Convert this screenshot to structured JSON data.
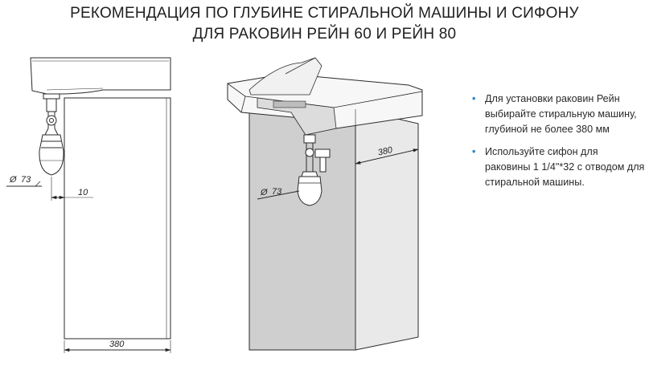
{
  "title": {
    "line1": "РЕКОМЕНДАЦИЯ ПО ГЛУБИНЕ СТИРАЛЬНОЙ МАШИНЫ  И СИФОНУ",
    "line2": "ДЛЯ  РАКОВИН РЕЙН 60 И РЕЙН 80"
  },
  "side_view": {
    "siphon_diameter": "73",
    "gap": "10",
    "depth": "380"
  },
  "iso_view": {
    "depth": "380",
    "siphon_diameter": "73"
  },
  "notes": [
    "Для установки раковин Рейн выбирайте стиральную машину, глубиной не более 380 мм",
    "Используйте сифон для раковины 1 1/4\"*32 с отводом для стиральной машины."
  ],
  "colors": {
    "bullet": "#2f87c9",
    "cabinet": "#cfcfcf",
    "machine_side": "#e8e8e8"
  }
}
